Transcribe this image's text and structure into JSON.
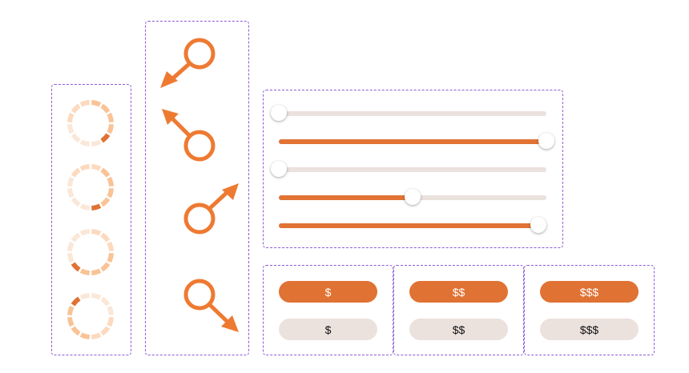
{
  "colors": {
    "accent": "#e07234",
    "track": "#ebe1dd",
    "frame": "#8e5bd8",
    "spinner_light": "#fbe7d8",
    "spinner_mid": "#f9c396"
  },
  "loaders": [
    {
      "icon": "loading-spinner-icon",
      "progress": 0.3
    },
    {
      "icon": "loading-spinner-icon",
      "progress": 0.45
    },
    {
      "icon": "loading-spinner-icon",
      "progress": 0.6
    },
    {
      "icon": "loading-spinner-icon",
      "progress": 0.8
    }
  ],
  "directions": [
    {
      "icon": "arrow-down-left-icon"
    },
    {
      "icon": "arrow-up-left-icon"
    },
    {
      "icon": "arrow-up-right-icon"
    },
    {
      "icon": "arrow-down-right-icon"
    }
  ],
  "sliders": [
    {
      "value": 0.0
    },
    {
      "value": 1.0
    },
    {
      "value": 0.0
    },
    {
      "value": 0.5
    },
    {
      "value": 0.97
    }
  ],
  "price_groups": [
    {
      "filled_label": "$",
      "light_label": "$"
    },
    {
      "filled_label": "$$",
      "light_label": "$$"
    },
    {
      "filled_label": "$$$",
      "light_label": "$$$"
    }
  ]
}
